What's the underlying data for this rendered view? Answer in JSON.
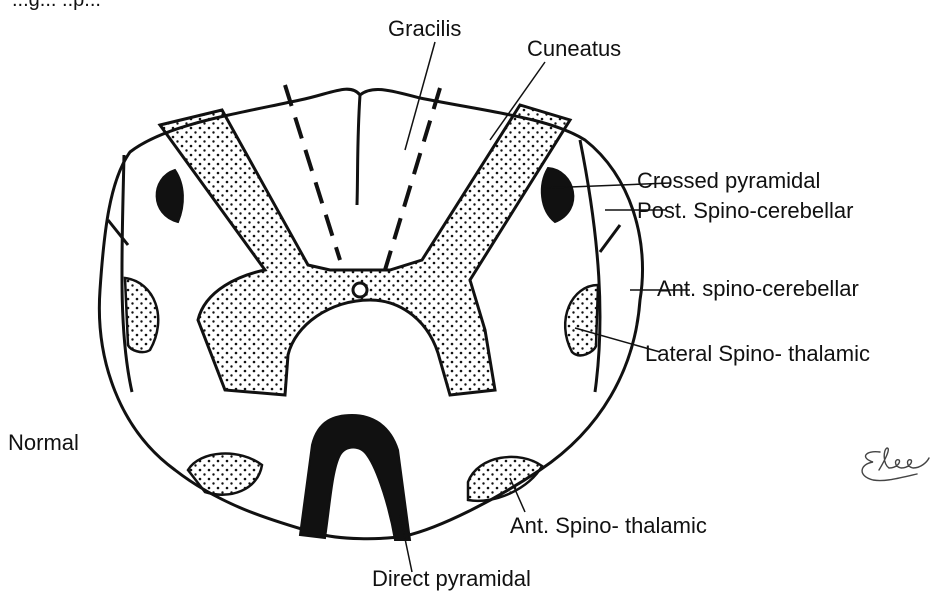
{
  "header_fragment": "...g... ..p...",
  "labels": {
    "gracilis": "Gracilis",
    "cuneatus": "Cuneatus",
    "crossed_pyramidal": "Crossed pyramidal",
    "post_spino_cerebellar": "Post. Spino-cerebellar",
    "ant_spino_cerebellar": "Ant. spino-cerebellar",
    "lateral_spino_thalamic": "Lateral Spino- thalamic",
    "normal": "Normal",
    "ant_spino_thalamic": "Ant. Spino- thalamic",
    "direct_pyramidal": "Direct pyramidal"
  },
  "signature": "Elee",
  "colors": {
    "ink": "#111111",
    "background": "#ffffff"
  }
}
